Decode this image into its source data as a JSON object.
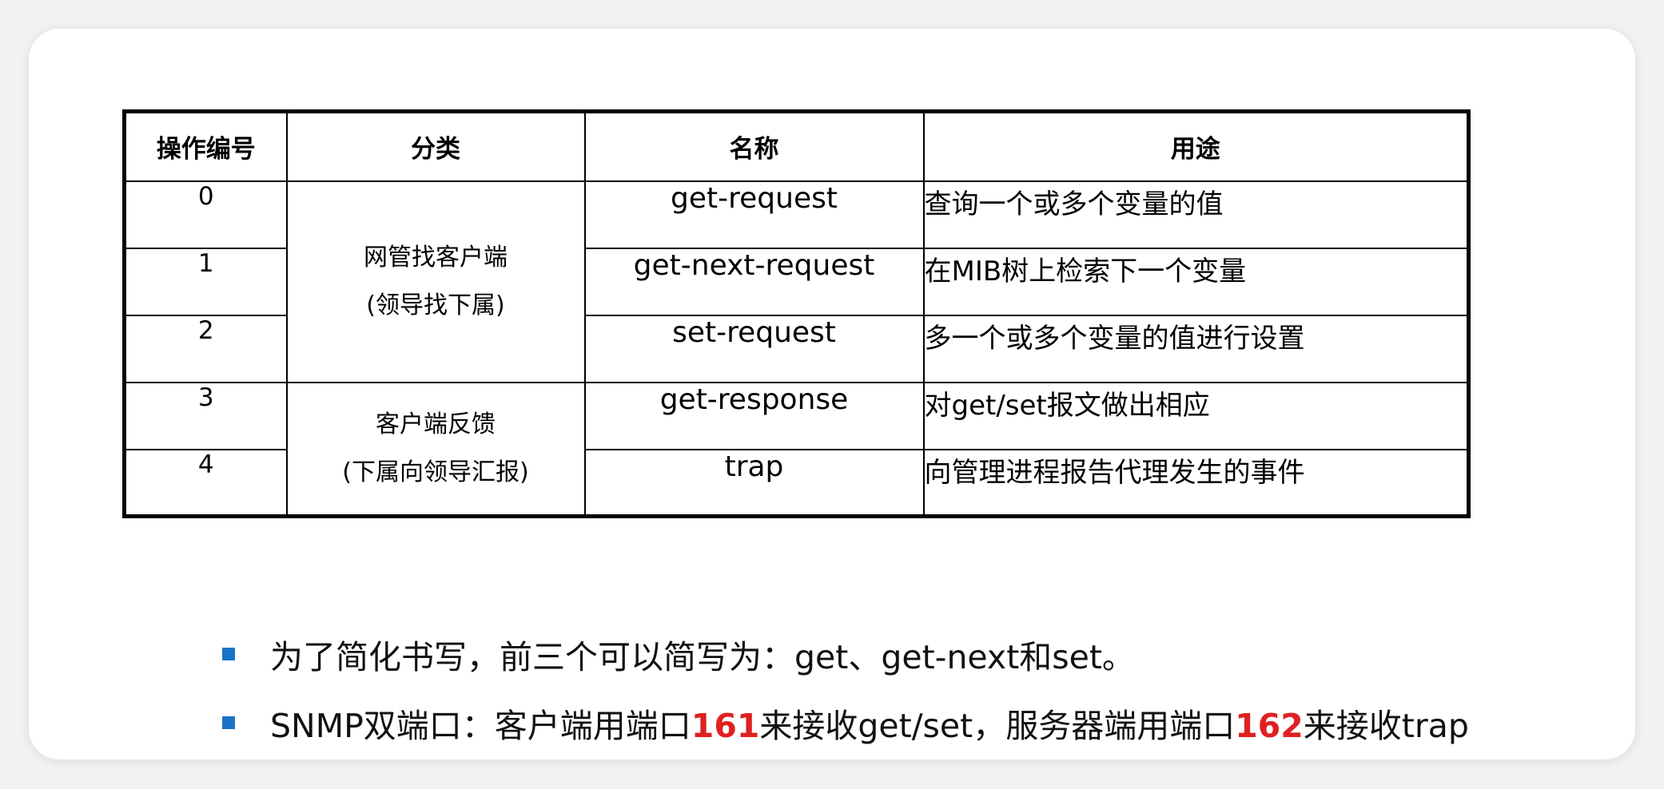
{
  "table": {
    "headers": [
      "操作编号",
      "分类",
      "名称",
      "用途"
    ],
    "rows": [
      {
        "num": "0",
        "name": "get-request",
        "use": "查询一个或多个变量的值"
      },
      {
        "num": "1",
        "name": "get-next-request",
        "use": "在MIB树上检索下一个变量"
      },
      {
        "num": "2",
        "name": "set-request",
        "use": "多一个或多个变量的值进行设置"
      },
      {
        "num": "3",
        "name": "get-response",
        "use": "对get/set报文做出相应"
      },
      {
        "num": "4",
        "name": "trap",
        "use": "向管理进程报告代理发生的事件"
      }
    ],
    "groups": [
      {
        "line1": "网管找客户端",
        "line2": "(领导找下属)"
      },
      {
        "line1": "客户端反馈",
        "line2": "(下属向领导汇报)"
      }
    ]
  },
  "notes": {
    "note1": "为了简化书写，前三个可以简写为：get、get-next和set。",
    "note2": {
      "part1": "SNMP双端口：客户端用端口",
      "port1": "161",
      "part2": "来接收get/set，服务器端用端口",
      "port2": "162",
      "part3": "来接收trap"
    }
  },
  "colors": {
    "bullet": "#1a73c9",
    "highlight": "#e02020"
  }
}
